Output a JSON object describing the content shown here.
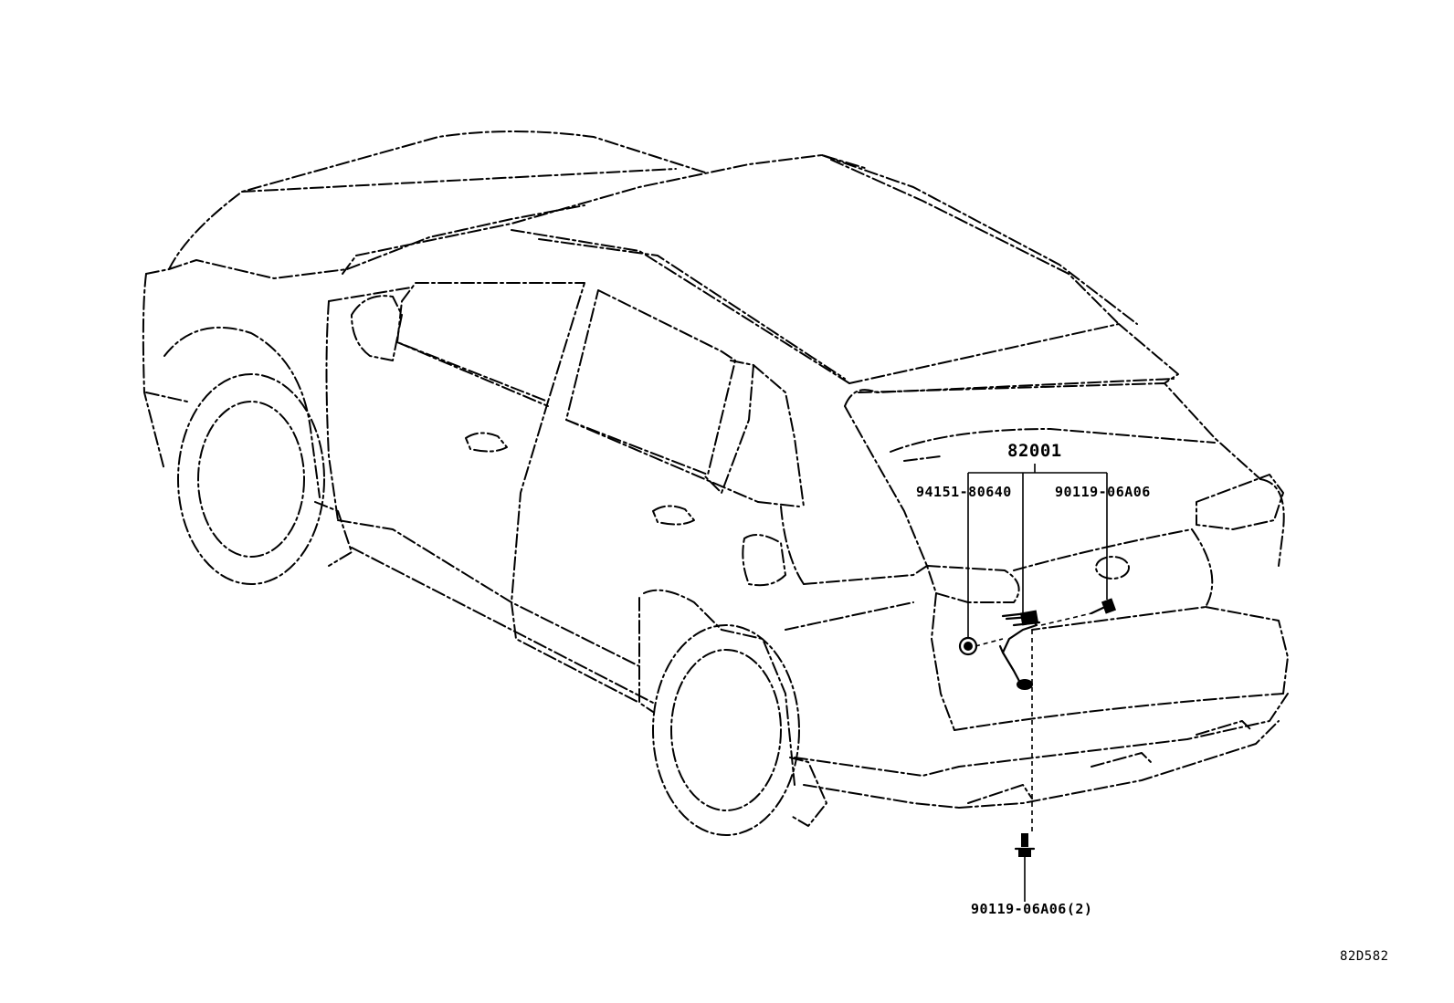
{
  "diagram": {
    "callouts": {
      "assembly": "82001",
      "left_part": "94151-80640",
      "right_part": "90119-06A06",
      "bottom_part": "90119-06A06(2)"
    },
    "figure_code": "82D582"
  }
}
